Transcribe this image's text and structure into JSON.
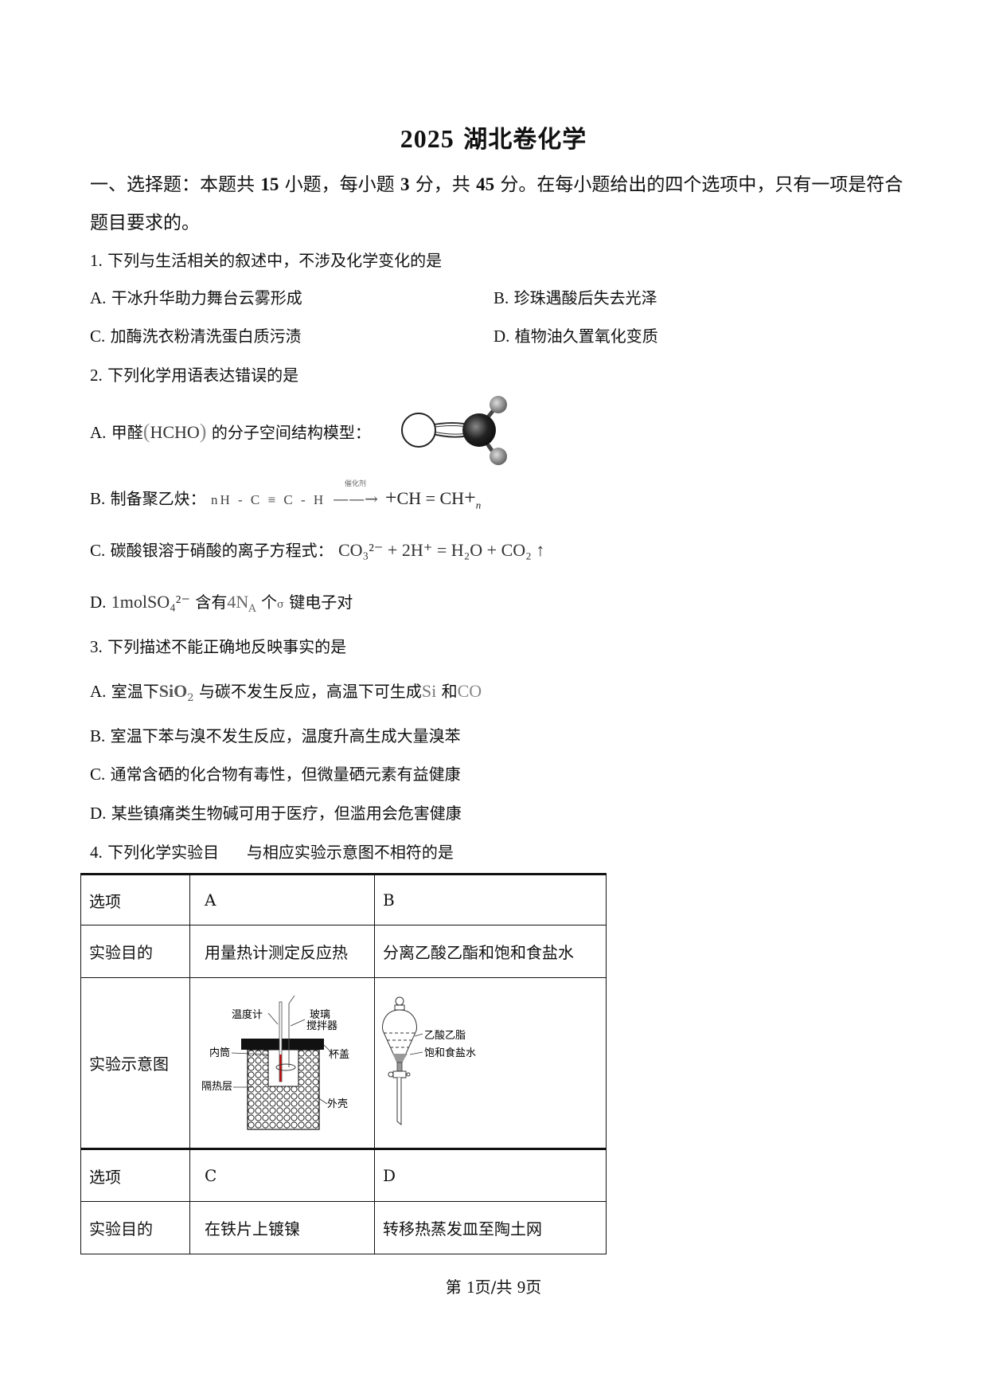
{
  "title": {
    "year": "2025",
    "text": "湖北卷化学"
  },
  "section": {
    "label": "一、选择题：本题共",
    "count": "15",
    "mid1": "小题，每小题",
    "score_each": "3",
    "mid2": "分，共",
    "total": "45",
    "rest": "分。在每小题给出的四个选项中，只有一项是符合题目要求的。"
  },
  "questions": [
    {
      "number": "1.",
      "stem": "下列与生活相关的叙述中，不涉及化学变化的是",
      "options": [
        {
          "label": "A.",
          "text": "干冰升华助力舞台云雾形成"
        },
        {
          "label": "B.",
          "text": "珍珠遇酸后失去光泽"
        },
        {
          "label": "C.",
          "text": "加酶洗衣粉清洗蛋白质污渍"
        },
        {
          "label": "D.",
          "text": "植物油久置氧化变质"
        }
      ]
    },
    {
      "number": "2.",
      "stem": "下列化学用语表达错误的是",
      "options": [
        {
          "label": "A.",
          "text_before": "甲醛",
          "formula": "HCHO",
          "text_after": "的分子空间结构模型："
        },
        {
          "label": "B.",
          "text_before": "制备聚乙炔：",
          "reactant": "nH - C ≡ C - H",
          "catalyst": "催化剂",
          "product_main": "CH = CH",
          "product_sub": "n"
        },
        {
          "label": "C.",
          "text_before": "碳酸银溶于硝酸的离子方程式：",
          "equation": "CO₃²⁻ + 2H⁺ = H₂O + CO₂ ↑"
        },
        {
          "label": "D.",
          "formula": "1molSO₄²⁻",
          "text_mid": "含有",
          "count": "4N",
          "count_sub": "A",
          "text_mid2": "个",
          "sigma": "σ",
          "text_after": "键电子对"
        }
      ]
    },
    {
      "number": "3.",
      "stem": "下列描述不能正确地反映事实的是",
      "options": [
        {
          "label": "A.",
          "text_before": "室温下",
          "formula": "SiO",
          "formula_sub": "2",
          "text_mid": "与碳不发生反应，高温下可生成",
          "p1": "Si",
          "and": "和",
          "p2": "CO"
        },
        {
          "label": "B.",
          "text": "室温下苯与溴不发生反应，温度升高生成大量溴苯"
        },
        {
          "label": "C.",
          "text": "通常含硒的化合物有毒性，但微量硒元素有益健康"
        },
        {
          "label": "D.",
          "text": "某些镇痛类生物碱可用于医疗，但滥用会危害健康"
        }
      ]
    },
    {
      "number": "4.",
      "stem_a": "下列化学实验目",
      "stem_b": "与相应实验示意图不相符的是"
    }
  ],
  "table": {
    "row_option_header": "选项",
    "row_purpose_header": "实验目的",
    "row_diagram_header": "实验示意图",
    "col_A": "A",
    "col_B": "B",
    "col_C": "C",
    "col_D": "D",
    "purpose_A": "用量热计测定反应热",
    "purpose_B": "分离乙酸乙酯和饱和食盐水",
    "purpose_C": "在铁片上镀镍",
    "purpose_D": "转移热蒸发皿至陶土网",
    "diagram_A_labels": {
      "thermometer": "温度计",
      "stirrer1": "玻璃",
      "stirrer2": "搅拌器",
      "inner": "内筒",
      "lid": "杯盖",
      "insulation": "隔热层",
      "shell": "外壳"
    },
    "diagram_B_labels": {
      "upper": "乙酸乙脂",
      "lower": "饱和食盐水"
    }
  },
  "footer": {
    "prefix": "第",
    "page": "1",
    "mid": "页/共",
    "total": "9",
    "suffix": "页"
  }
}
